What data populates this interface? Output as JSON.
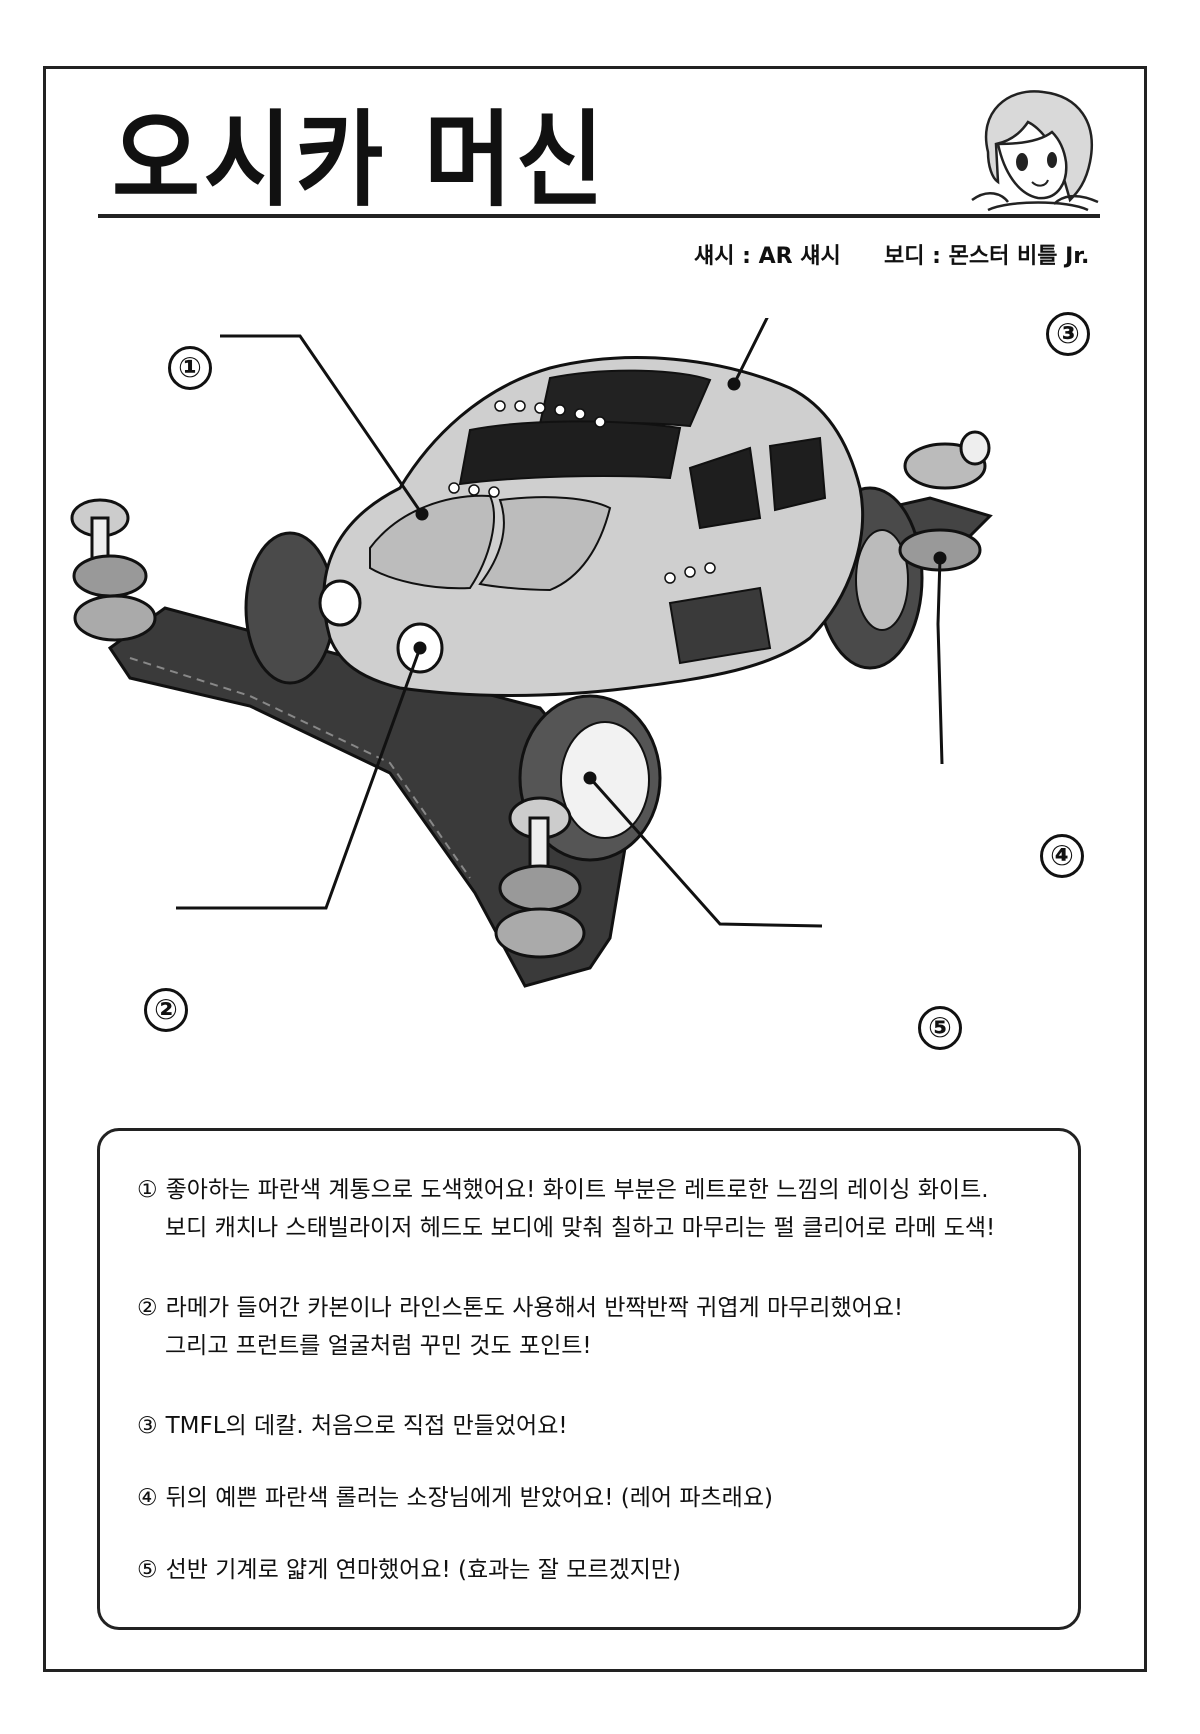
{
  "title": "오시카 머신",
  "spec": {
    "chassis": "섀시 : AR 섀시",
    "body": "보디 : 몬스터 비틀 Jr."
  },
  "callouts": [
    "①",
    "②",
    "③",
    "④",
    "⑤"
  ],
  "notes": [
    {
      "number": "①",
      "line1": "좋아하는 파란색 계통으로 도색했어요! 화이트 부분은 레트로한 느낌의 레이싱 화이트.",
      "line2": "보디 캐치나 스태빌라이저 헤드도 보디에 맞춰 칠하고 마무리는 펄 클리어로 라메 도색!"
    },
    {
      "number": "②",
      "line1": "라메가 들어간 카본이나 라인스톤도 사용해서 반짝반짝 귀엽게 마무리했어요!",
      "line2": "그리고 프런트를 얼굴처럼 꾸민 것도 포인트!"
    },
    {
      "number": "③",
      "line1": "TMFL의 데칼. 처음으로 직접 만들었어요!"
    },
    {
      "number": "④",
      "line1": "뒤의 예쁜 파란색 롤러는 소장님에게 받았어요! (레어 파츠래요)"
    },
    {
      "number": "⑤",
      "line1": "선반 기계로 얇게 연마했어요! (효과는 잘 모르겠지만)"
    }
  ]
}
